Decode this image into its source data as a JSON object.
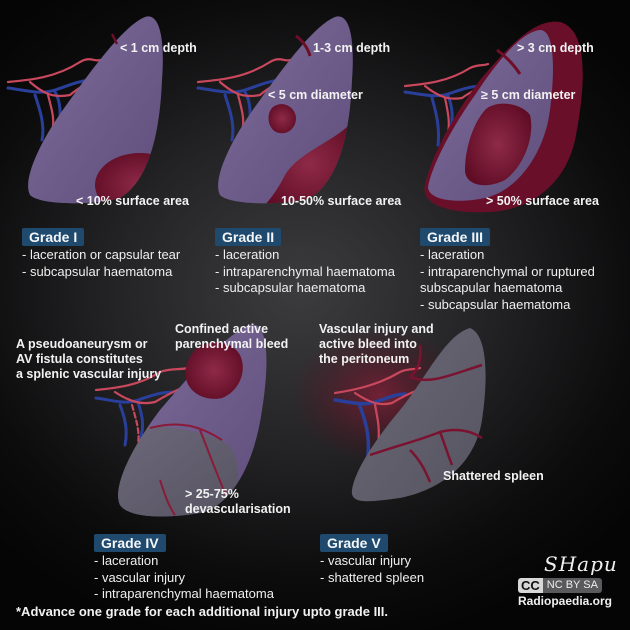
{
  "colors": {
    "badge": "#1f4a6e",
    "spleen": "#75628f",
    "haematoma": "#6e0f2a",
    "artery": "#c9485d",
    "vein": "#2a3f9a",
    "background": "#1a1a1b"
  },
  "grades": [
    {
      "title": "Grade I",
      "items": [
        "- laceration or capsular tear",
        "- subcapsular haematoma"
      ],
      "annotations": [
        "< 1 cm depth",
        "< 10% surface area"
      ]
    },
    {
      "title": "Grade II",
      "items": [
        "- laceration",
        "- intraparenchymal haematoma",
        "- subcapsular haematoma"
      ],
      "annotations": [
        "1-3 cm depth",
        "< 5 cm diameter",
        "10-50% surface area"
      ]
    },
    {
      "title": "Grade III",
      "items": [
        "- laceration",
        "- intraparenchymal or ruptured",
        "subscapular haematoma",
        "- subcapsular haematoma"
      ],
      "annotations": [
        "> 3 cm depth",
        "≥ 5 cm diameter",
        "> 50% surface area"
      ]
    },
    {
      "title": "Grade IV",
      "items": [
        "- laceration",
        "- vascular injury",
        "- intraparenchymal haematoma"
      ],
      "annotations": [
        "A pseudoaneurysm or",
        "AV fistula constitutes",
        "a splenic vascular injury",
        "Confined active",
        "parenchymal bleed",
        "> 25-75%",
        "devascularisation"
      ]
    },
    {
      "title": "Grade V",
      "items": [
        "- vascular injury",
        "- shattered spleen"
      ],
      "annotations": [
        "Vascular injury and",
        "active bleed into",
        "the peritoneum",
        "Shattered spleen"
      ]
    }
  ],
  "footnote": "*Advance one grade for each additional injury upto grade III.",
  "credit": {
    "signature": "SHapu",
    "cc_logo": "CC",
    "cc_terms": "NC BY SA",
    "site": "Radiopaedia.org"
  }
}
